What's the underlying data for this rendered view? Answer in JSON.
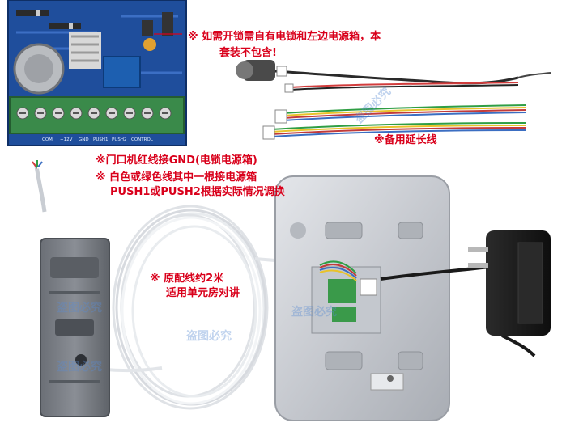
{
  "notes": {
    "lock_note_line1": "※ 如需开锁需自有电锁和左边电源箱，本",
    "lock_note_line2": "套装不包含!",
    "spare_cable": "※备用延长线",
    "red_wire_note": "※门口机红线接GND(电锁电源箱)",
    "white_green_line1": "※ 白色或绿色线其中一根接电源箱",
    "white_green_line2": "PUSH1或PUSH2根据实际情况调换",
    "cable_note_line1": "※ 原配线约2米",
    "cable_note_line2": "适用单元房对讲"
  },
  "terminal_labels": [
    "COM",
    "+12V",
    "GND",
    "PUSH1",
    "PUSH2",
    "CONTROL"
  ],
  "watermarks": [
    "盗图必究",
    "盗图必究",
    "盗图必究",
    "盗图必究",
    "盗图必究"
  ],
  "colors": {
    "note_red": "#d9001b",
    "pcb_blue": "#1f4e9c",
    "terminal_green": "#3a8a4a",
    "panel_silver": "#c9ccd2",
    "adapter_black": "#1a1a1a",
    "cable_white": "#e9ecef"
  }
}
